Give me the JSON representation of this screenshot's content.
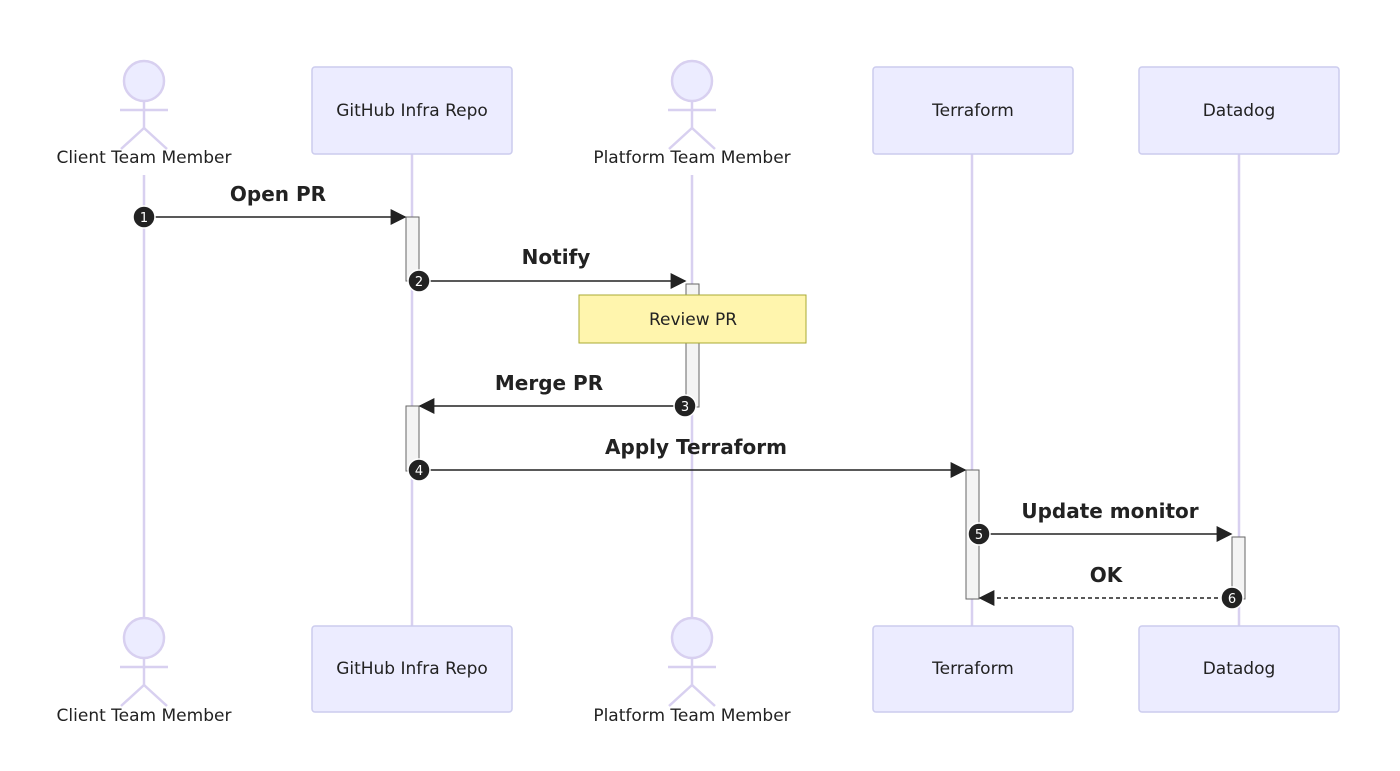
{
  "diagram": {
    "type": "sequence",
    "participants": [
      {
        "id": "client",
        "label": "Client Team Member",
        "kind": "actor"
      },
      {
        "id": "github",
        "label": "GitHub Infra Repo",
        "kind": "box"
      },
      {
        "id": "platform",
        "label": "Platform Team Member",
        "kind": "actor"
      },
      {
        "id": "terraform",
        "label": "Terraform",
        "kind": "box"
      },
      {
        "id": "datadog",
        "label": "Datadog",
        "kind": "box"
      }
    ],
    "messages": [
      {
        "num": "1",
        "from": "client",
        "to": "github",
        "label": "Open PR",
        "style": "solid"
      },
      {
        "num": "2",
        "from": "github",
        "to": "platform",
        "label": "Notify",
        "style": "solid"
      },
      {
        "num": "3",
        "from": "platform",
        "to": "github",
        "label": "Merge PR",
        "style": "solid"
      },
      {
        "num": "4",
        "from": "github",
        "to": "terraform",
        "label": "Apply Terraform",
        "style": "solid"
      },
      {
        "num": "5",
        "from": "terraform",
        "to": "datadog",
        "label": "Update monitor",
        "style": "solid"
      },
      {
        "num": "6",
        "from": "datadog",
        "to": "terraform",
        "label": "OK",
        "style": "dashed"
      }
    ],
    "note": {
      "over": "platform",
      "label": "Review PR"
    },
    "colors": {
      "participant_fill": "#ECECFF",
      "participant_stroke": "#CCCCEE",
      "lifeline": "#D8D0F0",
      "note_fill": "#FFF5AD",
      "note_stroke": "#AAAA33",
      "arrow": "#222222",
      "activation_fill": "#F4F4F4",
      "activation_stroke": "#666666",
      "number_badge": "#222222"
    }
  }
}
